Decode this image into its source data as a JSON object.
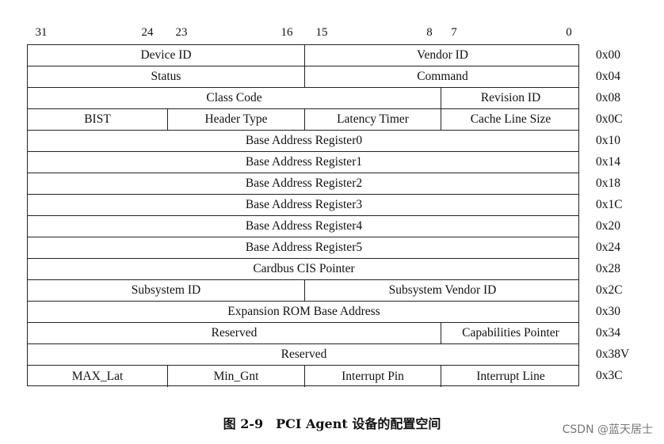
{
  "bit_labels": [
    "31",
    "24",
    "23",
    "16",
    "15",
    "8",
    "7",
    "0"
  ],
  "rows": [
    {
      "offset": "0x00",
      "fields": [
        {
          "label": "Device ID"
        },
        {
          "label": "Vendor ID"
        }
      ]
    },
    {
      "offset": "0x04",
      "fields": [
        {
          "label": "Status"
        },
        {
          "label": "Command"
        }
      ]
    },
    {
      "offset": "0x08",
      "fields": [
        {
          "label": "Class Code"
        },
        {
          "label": "Revision ID"
        }
      ]
    },
    {
      "offset": "0x0C",
      "fields": [
        {
          "label": "BIST"
        },
        {
          "label": "Header Type"
        },
        {
          "label": "Latency Timer"
        },
        {
          "label": "Cache Line Size"
        }
      ]
    },
    {
      "offset": "0x10",
      "fields": [
        {
          "label": "Base Address Register0"
        }
      ]
    },
    {
      "offset": "0x14",
      "fields": [
        {
          "label": "Base Address Register1"
        }
      ]
    },
    {
      "offset": "0x18",
      "fields": [
        {
          "label": "Base Address Register2"
        }
      ]
    },
    {
      "offset": "0x1C",
      "fields": [
        {
          "label": "Base Address Register3"
        }
      ]
    },
    {
      "offset": "0x20",
      "fields": [
        {
          "label": "Base Address Register4"
        }
      ]
    },
    {
      "offset": "0x24",
      "fields": [
        {
          "label": "Base Address Register5"
        }
      ]
    },
    {
      "offset": "0x28",
      "fields": [
        {
          "label": "Cardbus CIS Pointer"
        }
      ]
    },
    {
      "offset": "0x2C",
      "fields": [
        {
          "label": "Subsystem ID"
        },
        {
          "label": "Subsystem Vendor ID"
        }
      ]
    },
    {
      "offset": "0x30",
      "fields": [
        {
          "label": "Expansion ROM Base Address"
        }
      ]
    },
    {
      "offset": "0x34",
      "fields": [
        {
          "label": "Reserved"
        },
        {
          "label": "Capabilities Pointer"
        }
      ]
    },
    {
      "offset": "0x38V",
      "fields": [
        {
          "label": "Reserved"
        }
      ]
    },
    {
      "offset": "0x3C",
      "fields": [
        {
          "label": "MAX_Lat"
        },
        {
          "label": "Min_Gnt"
        },
        {
          "label": "Interrupt Pin"
        },
        {
          "label": "Interrupt Line"
        }
      ]
    }
  ],
  "caption": "图 2-9　PCI Agent 设备的配置空间",
  "watermark": "CSDN @蓝天居士"
}
